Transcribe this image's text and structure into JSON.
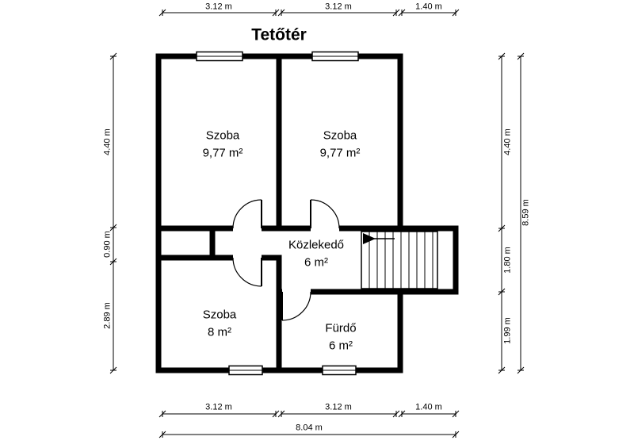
{
  "title": "Tetőtér",
  "rooms": {
    "szoba_top_left": {
      "name": "Szoba",
      "area": "9,77 m²"
    },
    "szoba_top_right": {
      "name": "Szoba",
      "area": "9,77 m²"
    },
    "kozlekedo": {
      "name": "Közlekedő",
      "area": "6 m²"
    },
    "szoba_bottom": {
      "name": "Szoba",
      "area": "8 m²"
    },
    "furdo": {
      "name": "Fürdő",
      "area": "6 m²"
    }
  },
  "dimensions": {
    "top": {
      "left": "3.12 m",
      "middle": "3.12 m",
      "right": "1.40 m"
    },
    "bottom": {
      "left": "3.12 m",
      "middle": "3.12 m",
      "right": "1.40 m"
    },
    "bottom_total": "8.04 m",
    "left": {
      "top": "4.40 m",
      "middle": "0.90 m",
      "bottom": "2.89 m"
    },
    "right": {
      "top": "4.40 m",
      "middle": "1.80 m",
      "bottom": "1.99 m"
    },
    "right_total": "8.59 m"
  },
  "colors": {
    "wall": "#000000",
    "background": "#ffffff"
  }
}
